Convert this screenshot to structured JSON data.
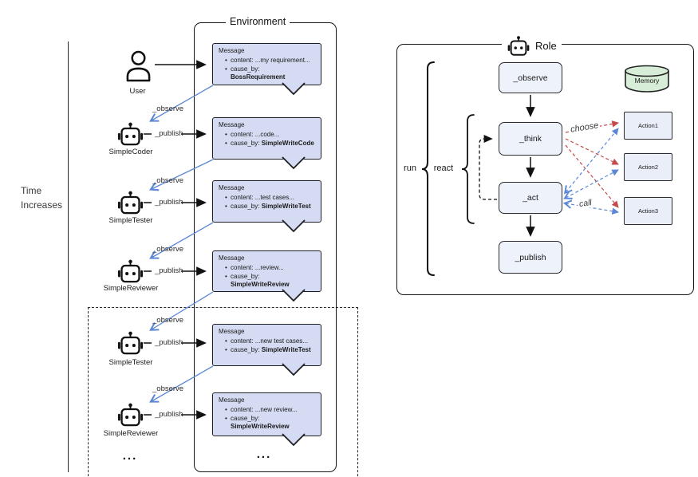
{
  "timeline": {
    "label_line1": "Time",
    "label_line2": "Increases"
  },
  "environment": {
    "title": "Environment",
    "ellipsis": "...",
    "messages": [
      {
        "title": "Message",
        "content": "content: ...my requirement...",
        "cause_label": "cause_by: ",
        "cause_by": "BossRequirement"
      },
      {
        "title": "Message",
        "content": "content: ...code...",
        "cause_label": "cause_by: ",
        "cause_by": "SimpleWriteCode"
      },
      {
        "title": "Message",
        "content": "content: ...test cases...",
        "cause_label": "cause_by: ",
        "cause_by": "SimpleWriteTest"
      },
      {
        "title": "Message",
        "content": "content: ...review...",
        "cause_label": "cause_by: ",
        "cause_by": "SimpleWriteReview"
      },
      {
        "title": "Message",
        "content": "content: ...new test cases...",
        "cause_label": "cause_by: ",
        "cause_by": "SimpleWriteTest"
      },
      {
        "title": "Message",
        "content": "content: ...new review...",
        "cause_label": "cause_by: ",
        "cause_by": "SimpleWriteReview"
      }
    ]
  },
  "agents": {
    "user_label": "User",
    "observe_label": "_observe",
    "publish_label": "_publish",
    "ellipsis": "...",
    "rows": [
      {
        "name": "SimpleCoder"
      },
      {
        "name": "SimpleTester"
      },
      {
        "name": "SimpleReviewer"
      },
      {
        "name": "SimpleTester"
      },
      {
        "name": "SimpleReviewer"
      }
    ]
  },
  "role": {
    "title": "Role",
    "run_label": "run",
    "react_label": "react",
    "observe_box": "_observe",
    "think_box": "_think",
    "act_box": "_act",
    "publish_box": "_publish",
    "memory_label": "Memory",
    "choose_label": "choose",
    "call_label": "call",
    "actions": [
      {
        "label": "Action1"
      },
      {
        "label": "Action2"
      },
      {
        "label": "Action3"
      }
    ]
  },
  "colors": {
    "bubble_fill": "#d4dbf2",
    "node_fill": "#eef2fb",
    "action_fill": "#e9eef8",
    "memory_fill": "#d7edd7",
    "observe_blue": "#5b87d6",
    "choose_red": "#c64a4a",
    "ink": "#15151c"
  }
}
